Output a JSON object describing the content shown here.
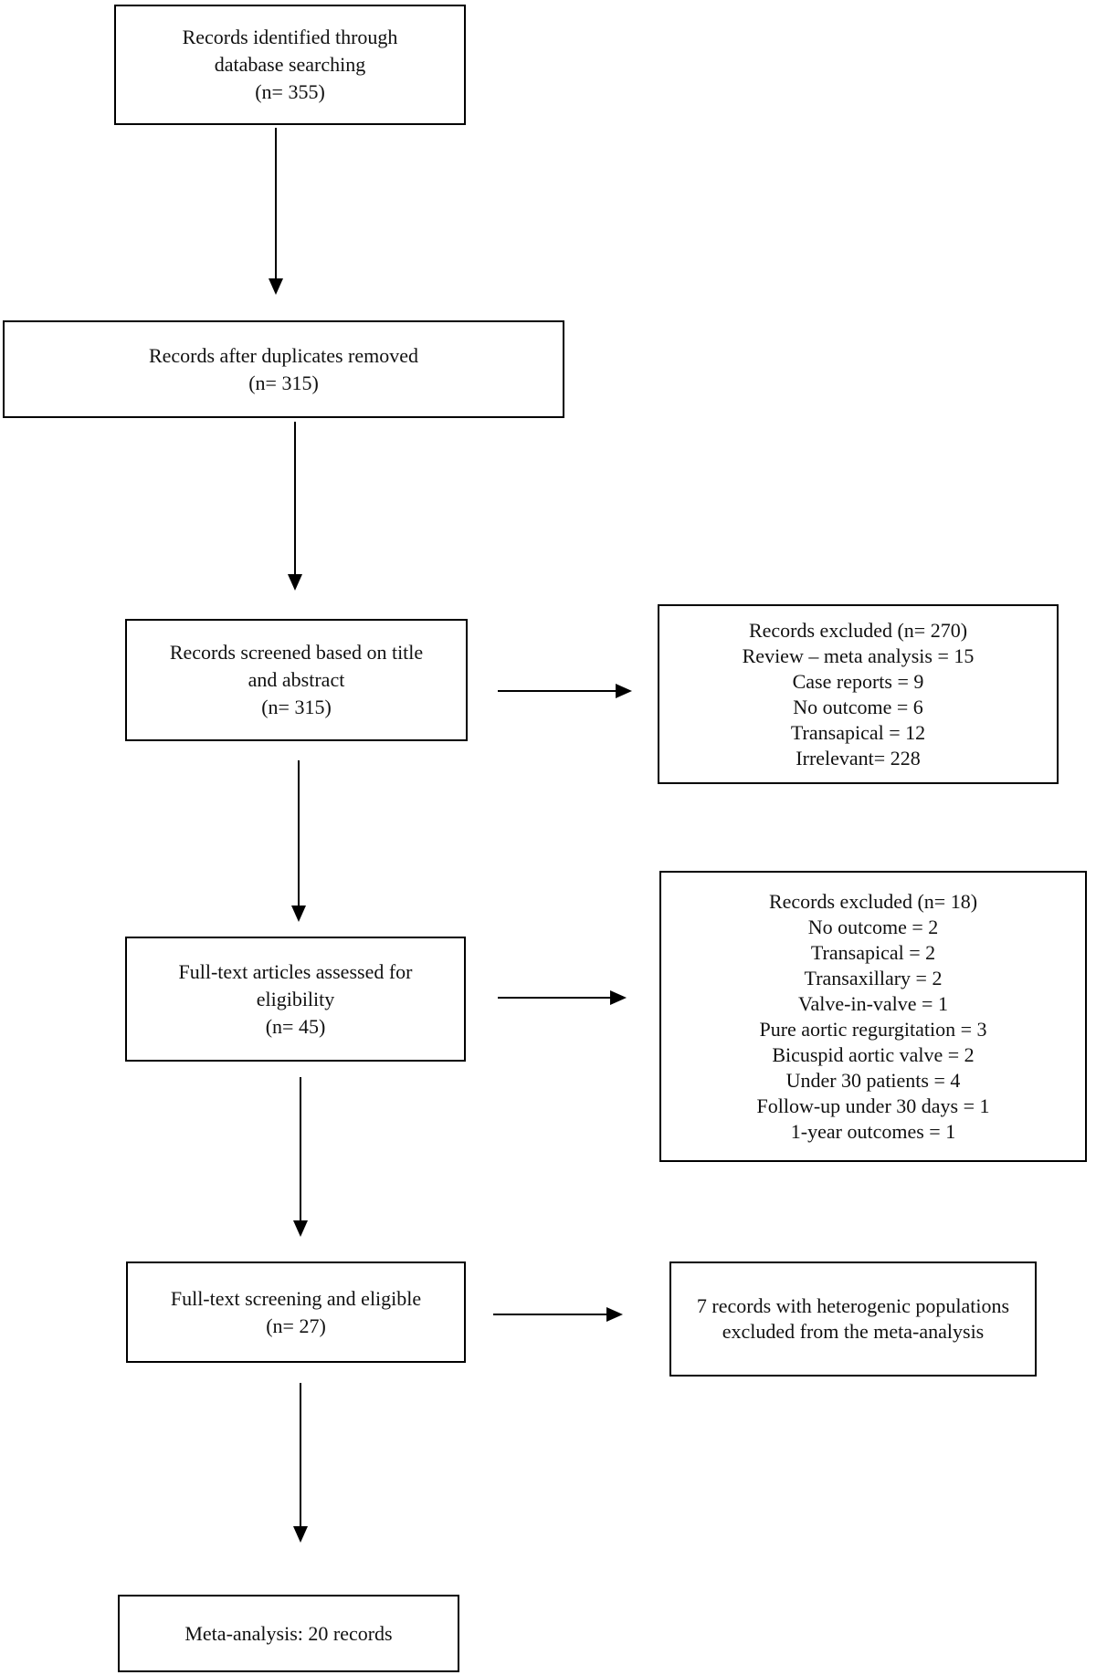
{
  "diagram": {
    "type": "prisma-style-flowchart",
    "colors": {
      "line": "#000000",
      "text": "#111111",
      "background": "#ffffff"
    },
    "boxes": {
      "identified": {
        "lines": [
          "Records identified through",
          "database searching",
          "(n= 355)"
        ]
      },
      "duplicates_removed": {
        "lines": [
          "Records after duplicates removed",
          "(n= 315)"
        ]
      },
      "screened": {
        "lines": [
          "Records screened based on title",
          "and abstract",
          "(n= 315)"
        ]
      },
      "excluded_screening": {
        "lines": [
          "Records excluded (n= 270)",
          "Review – meta analysis = 15",
          "Case reports = 9",
          "No outcome = 6",
          "Transapical = 12",
          "Irrelevant= 228"
        ]
      },
      "fulltext_assessed": {
        "lines": [
          "Full-text articles assessed for",
          "eligibility",
          "(n= 45)"
        ]
      },
      "excluded_fulltext": {
        "lines": [
          "Records excluded (n= 18)",
          "No outcome = 2",
          "Transapical = 2",
          "Transaxillary = 2",
          "Valve-in-valve = 1",
          "Pure aortic regurgitation = 3",
          "Bicuspid aortic valve = 2",
          "Under 30 patients = 4",
          "Follow-up under 30 days = 1",
          "1-year outcomes = 1"
        ]
      },
      "fulltext_eligible": {
        "lines": [
          "Full-text screening and eligible",
          "(n= 27)"
        ]
      },
      "excluded_heterogenic": {
        "lines": [
          "7 records with heterogenic populations",
          "excluded from the meta-analysis"
        ]
      },
      "meta_analysis": {
        "lines": [
          "Meta-analysis: 20 records"
        ]
      }
    }
  }
}
